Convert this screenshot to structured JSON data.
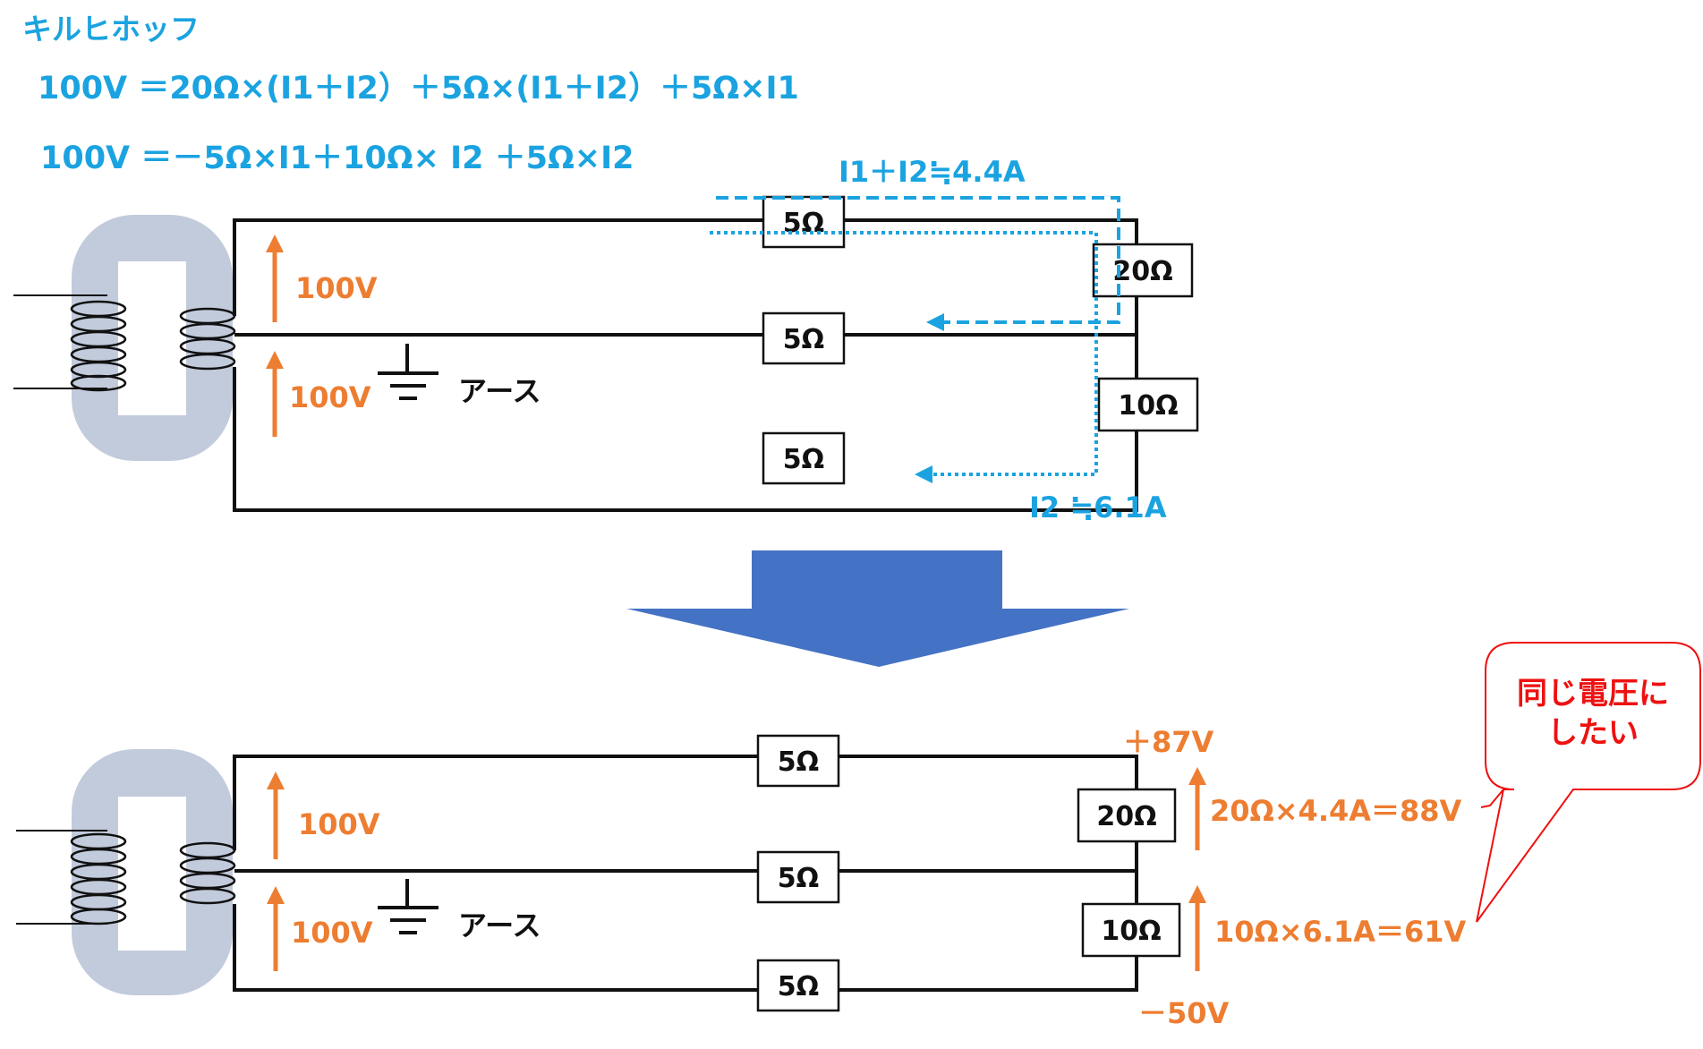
{
  "title": "キルヒホッフ",
  "equations": {
    "eq1": "100V ＝20Ω×(I1＋I2）＋5Ω×(I1＋I2）＋5Ω×I1",
    "eq2": "100V ＝－5Ω×I1＋10Ω× I2 ＋5Ω×I2"
  },
  "top_circuit": {
    "voltage_upper": "100V",
    "voltage_lower": "100V",
    "ground_label": "アース",
    "res_line_top": "5Ω",
    "res_line_mid": "5Ω",
    "res_line_bot": "5Ω",
    "res_load_upper": "20Ω",
    "res_load_lower": "10Ω",
    "current_loop1": "I1＋I2≒4.4A",
    "current_loop2": "I2 ≒6.1A"
  },
  "bottom_circuit": {
    "voltage_upper": "100V",
    "voltage_lower": "100V",
    "ground_label": "アース",
    "res_line_top": "5Ω",
    "res_line_mid": "5Ω",
    "res_line_bot": "5Ω",
    "res_load_upper": "20Ω",
    "res_load_lower": "10Ω",
    "node_top": "＋87V",
    "node_bot": "－50V",
    "drop_upper": "20Ω×4.4A＝88V",
    "drop_lower": "10Ω×6.1A＝61V"
  },
  "callout": {
    "line1": "同じ電圧に",
    "line2": "したい"
  },
  "colors": {
    "blue": "#1aa3e0",
    "orange": "#ed7d31",
    "red": "#ee1111",
    "core": "#c2cbdc",
    "arrow": "#4472c4"
  }
}
